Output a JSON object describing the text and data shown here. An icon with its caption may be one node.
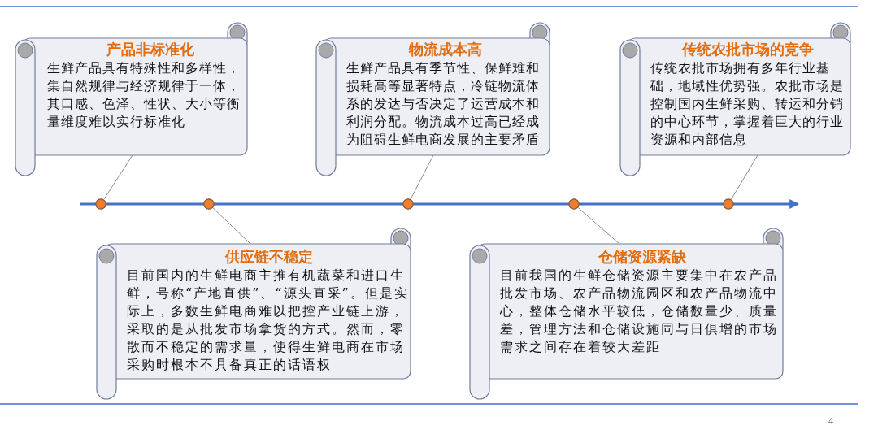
{
  "diagram": {
    "nodes": [
      {
        "text": [
          "产品非标准化",
          "生鲜产品具有特殊性和多样性，集自然规律与经济规律于一体，其口感、色泽、性状、大小等衡量维度难以实行标准化"
        ]
      },
      {
        "text": [
          "物流成本高",
          "生鲜产品具有季节性、保鲜难和损耗高等显著特点，冷链物流体系的发达与否决定了运营成本和利润分配。物流成本过高已经成为阻碍生鲜电商发展的主要矛盾"
        ]
      },
      {
        "text": [
          "传统农批市场的竞争",
          "传统农批市场拥有多年行业基础，地域性优势强。农批市场是控制国内生鲜采购、转运和分销的中心环节，掌握着巨大的行业资源和内部信息"
        ]
      },
      {
        "text": [
          "供应链不稳定",
          "目前国内的生鲜电商主推有机蔬菜和进口生鲜，号称“产地直供”、“源头直采”。但是实际上，多数生鲜电商难以把控产业链上游，采取的是从批发市场拿货的方式。然而，零散而不稳定的需求量，使得生鲜电商在市场采购时根本不具备真正的话语权"
        ]
      },
      {
        "text": [
          "仓储资源紧缺",
          "目前我国的生鲜仓储资源主要集中在农产品批发市场、农产品物流园区和农产品物流中心，整体仓储水平较低，仓储数量少、质量差，管理方法和仓储设施同与日俱增的市场需求之间存在着较大差距"
        ]
      },
      {
        "text": [],
        "shape": "circle"
      },
      {
        "text": [],
        "shape": "circle"
      },
      {
        "text": [],
        "shape": "circle"
      },
      {
        "text": [],
        "shape": "circle"
      },
      {
        "text": [],
        "shape": "circle"
      }
    ],
    "edges": [
      {
        "from": 0,
        "to": 5,
        "arrow": "none"
      },
      {
        "from": 3,
        "to": 6,
        "arrow": "none"
      },
      {
        "from": 1,
        "to": 7,
        "arrow": "none"
      },
      {
        "from": 4,
        "to": 8,
        "arrow": "none"
      },
      {
        "from": 2,
        "to": 9,
        "arrow": "none"
      }
    ],
    "labels": [
      "4"
    ]
  }
}
